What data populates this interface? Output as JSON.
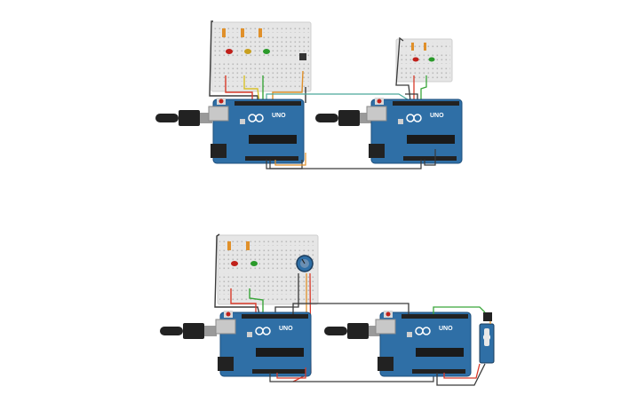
{
  "boards": {
    "board_label": "UNO",
    "brand_mark": "∞"
  },
  "circuits": [
    {
      "name": "top-left",
      "leds": [
        "red",
        "yellow",
        "green"
      ],
      "has_button": true
    },
    {
      "name": "top-right",
      "leds": [
        "red",
        "green"
      ],
      "has_button": false
    },
    {
      "name": "bottom-left",
      "leds": [
        "red",
        "green"
      ],
      "has_potentiometer": true
    },
    {
      "name": "bottom-right",
      "has_servo": true
    }
  ],
  "colors": {
    "board": "#2f6fa6",
    "board_dark": "#1d4f7c",
    "breadboard": "#e6e6e6",
    "wire_black": "#3a3a3a",
    "wire_red": "#d83a2a",
    "wire_green": "#3aa63a",
    "wire_orange": "#e0902a",
    "wire_yellow": "#d8c02a",
    "wire_teal": "#4aa89a",
    "led_red": "#c0201a",
    "led_yellow": "#c8a020",
    "led_green": "#2a9a2a",
    "servo_blue": "#2f6fa6"
  }
}
